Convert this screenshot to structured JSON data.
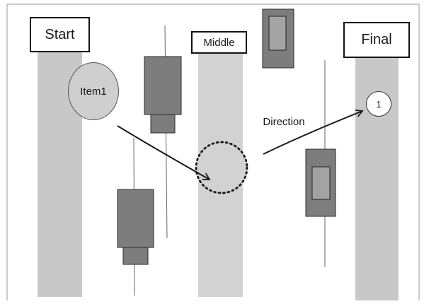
{
  "labels": {
    "start": "Start",
    "middle": "Middle",
    "final": "Final",
    "item": "Item1",
    "direction": "Direction",
    "marker": "1"
  },
  "colors": {
    "lane": "#c8c8c8",
    "lane_light": "#d2d2d2",
    "block_dark": "#7d7d7d",
    "block_inner": "#a3a3a3",
    "outline": "#1a1a1a",
    "item_fill": "#cfcfcf"
  }
}
